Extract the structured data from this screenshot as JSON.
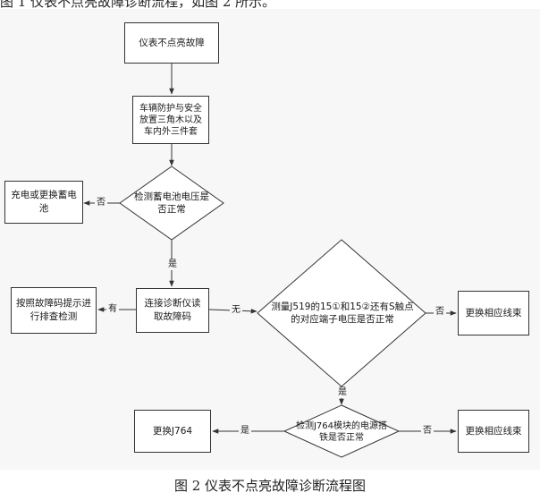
{
  "header_fragment": "图 1 仪表不点亮故障诊断流程，如图 2 所示。",
  "nodes": {
    "start": "仪表不点亮故障",
    "protect": "车辆防护与安全放置三角木以及车内外三件套",
    "check_battery": "检测蓄电池电压是否正常",
    "charge": "充电或更换蓄电池",
    "diag_tool": "连接诊断仪读取故障码",
    "follow_code": "按照故障码提示进行排查检测",
    "measure": "测量J519的15①和15②还有S触点的对应端子电压是否正常",
    "replace_harness_1": "更换相应线束",
    "check_j764": "检测J764模块的电源搭铁是否正常",
    "replace_j764": "更换J764",
    "replace_harness_2": "更换相应线束"
  },
  "edge_labels": {
    "battery_no": "否",
    "battery_yes": "是",
    "code_yes": "有",
    "code_none": "无",
    "measure_no": "否",
    "measure_yes": "是",
    "j764_yes": "是",
    "j764_no": "否"
  },
  "caption": "图 2 仪表不点亮故障诊断流程图"
}
